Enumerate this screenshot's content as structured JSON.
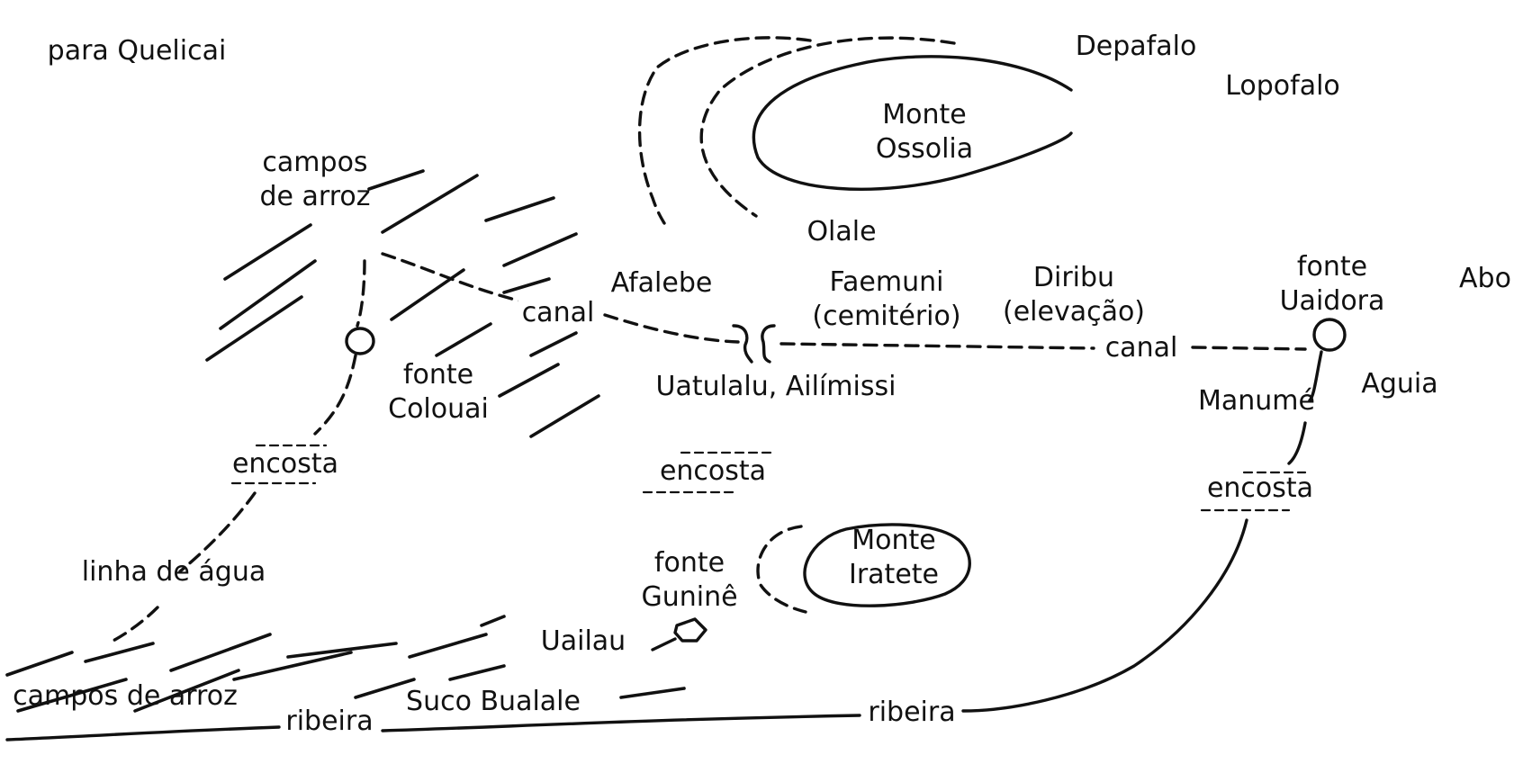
{
  "map": {
    "labels": {
      "para_quelicai": "para Quelicai",
      "depafalo": "Depafalo",
      "lopofalo": "Lopofalo",
      "monte_ossolia_l1": "Monte",
      "monte_ossolia_l2": "Ossolia",
      "olale": "Olale",
      "campos_arroz_top_l1": "campos",
      "campos_arroz_top_l2": "de arroz",
      "afalebe": "Afalebe",
      "canal_left": "canal",
      "faemuni_l1": "Faemuni",
      "faemuni_l2": "(cemitério)",
      "diribu_l1": "Diribu",
      "diribu_l2": "(elevação)",
      "fonte_uaidora_l1": "fonte",
      "fonte_uaidora_l2": "Uaidora",
      "abo": "Abo",
      "canal_right": "canal",
      "fonte_colouai_l1": "fonte",
      "fonte_colouai_l2": "Colouai",
      "uatulalu": "Uatulalu, Ailímissi",
      "aguia": "Aguia",
      "manume": "Manumé",
      "encosta_left": "encosta",
      "encosta_center": "encosta",
      "encosta_right": "encosta",
      "monte_iratete_l1": "Monte",
      "monte_iratete_l2": "Iratete",
      "fonte_gunine_l1": "fonte",
      "fonte_gunine_l2": "Guninê",
      "linha_agua": "linha de água",
      "uailau": "Uailau",
      "campos_arroz_bottom": "campos de arroz",
      "suco_bualale": "Suco Bualale",
      "ribeira_left": "ribeira",
      "ribeira_right": "ribeira"
    }
  }
}
